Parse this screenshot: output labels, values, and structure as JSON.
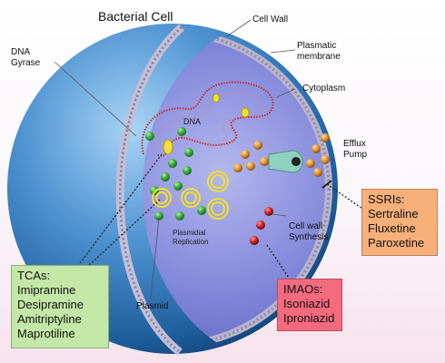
{
  "title": "Bacterial Cell",
  "labels": {
    "cell_wall": "Cell Wall",
    "plasmatic_line1": "Plasmatic",
    "plasmatic_line2": "membrane",
    "cytoplasm": "Cytoplasm",
    "dna_gyrase_line1": "DNA",
    "dna_gyrase_line2": "Gyrase",
    "dna": "DNA",
    "efflux_line1": "Efflux",
    "efflux_line2": "Pump",
    "cell_wall_synth_line1": "Cell wall",
    "cell_wall_synth_line2": "Synthesis",
    "plasmidial_line1": "Plasmidial",
    "plasmidial_line2": "Replication",
    "plasmid": "Plasmid"
  },
  "boxes": {
    "ssri": {
      "title": "SSRIs:",
      "items": [
        "Sertraline",
        "Fluxetine",
        "Paroxetine"
      ],
      "color": "#f7b079"
    },
    "tca": {
      "title": "TCAs:",
      "items": [
        "Imipramine",
        "Desipramine",
        "Amitriptyline",
        "Maprotiline"
      ],
      "color": "#c3e7a6"
    },
    "imao": {
      "title": "IMAOs:",
      "items": [
        "Isoniazid",
        "Iproniazid"
      ],
      "color": "#f46a7e"
    }
  },
  "colors": {
    "membrane": "#8c86a8",
    "cytoplasm": "#6f74c9",
    "outer_sphere": "#3f7fc2",
    "efflux_pump": "#8fd0bf",
    "efflux_balls": "#d98a2e",
    "synthesis_balls": "#c0272d",
    "green_balls": "#37a83e",
    "plasmid_rings": "#f0e02a",
    "dna_strand": "#c92a2a"
  }
}
